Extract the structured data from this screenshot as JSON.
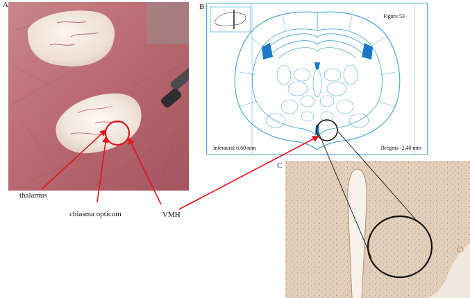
{
  "panels": {
    "a": {
      "letter": "A"
    },
    "b": {
      "letter": "B",
      "figure": "Figure 53",
      "interaural": "Interaural 6.60 mm",
      "bregma": "Bregma -2.40 mm"
    },
    "c": {
      "letter": "C"
    }
  },
  "labels": {
    "thalamus": "thalamus",
    "chiasma": "chiasma opticum",
    "vmh": "VMH"
  },
  "colors": {
    "arrow_red": "#e0141c",
    "atlas_blue": "#4aa8d8",
    "ventricle_blue": "#1b78c4",
    "tissue_pink": "#c87b80",
    "stain_brown": "#c9a783"
  }
}
